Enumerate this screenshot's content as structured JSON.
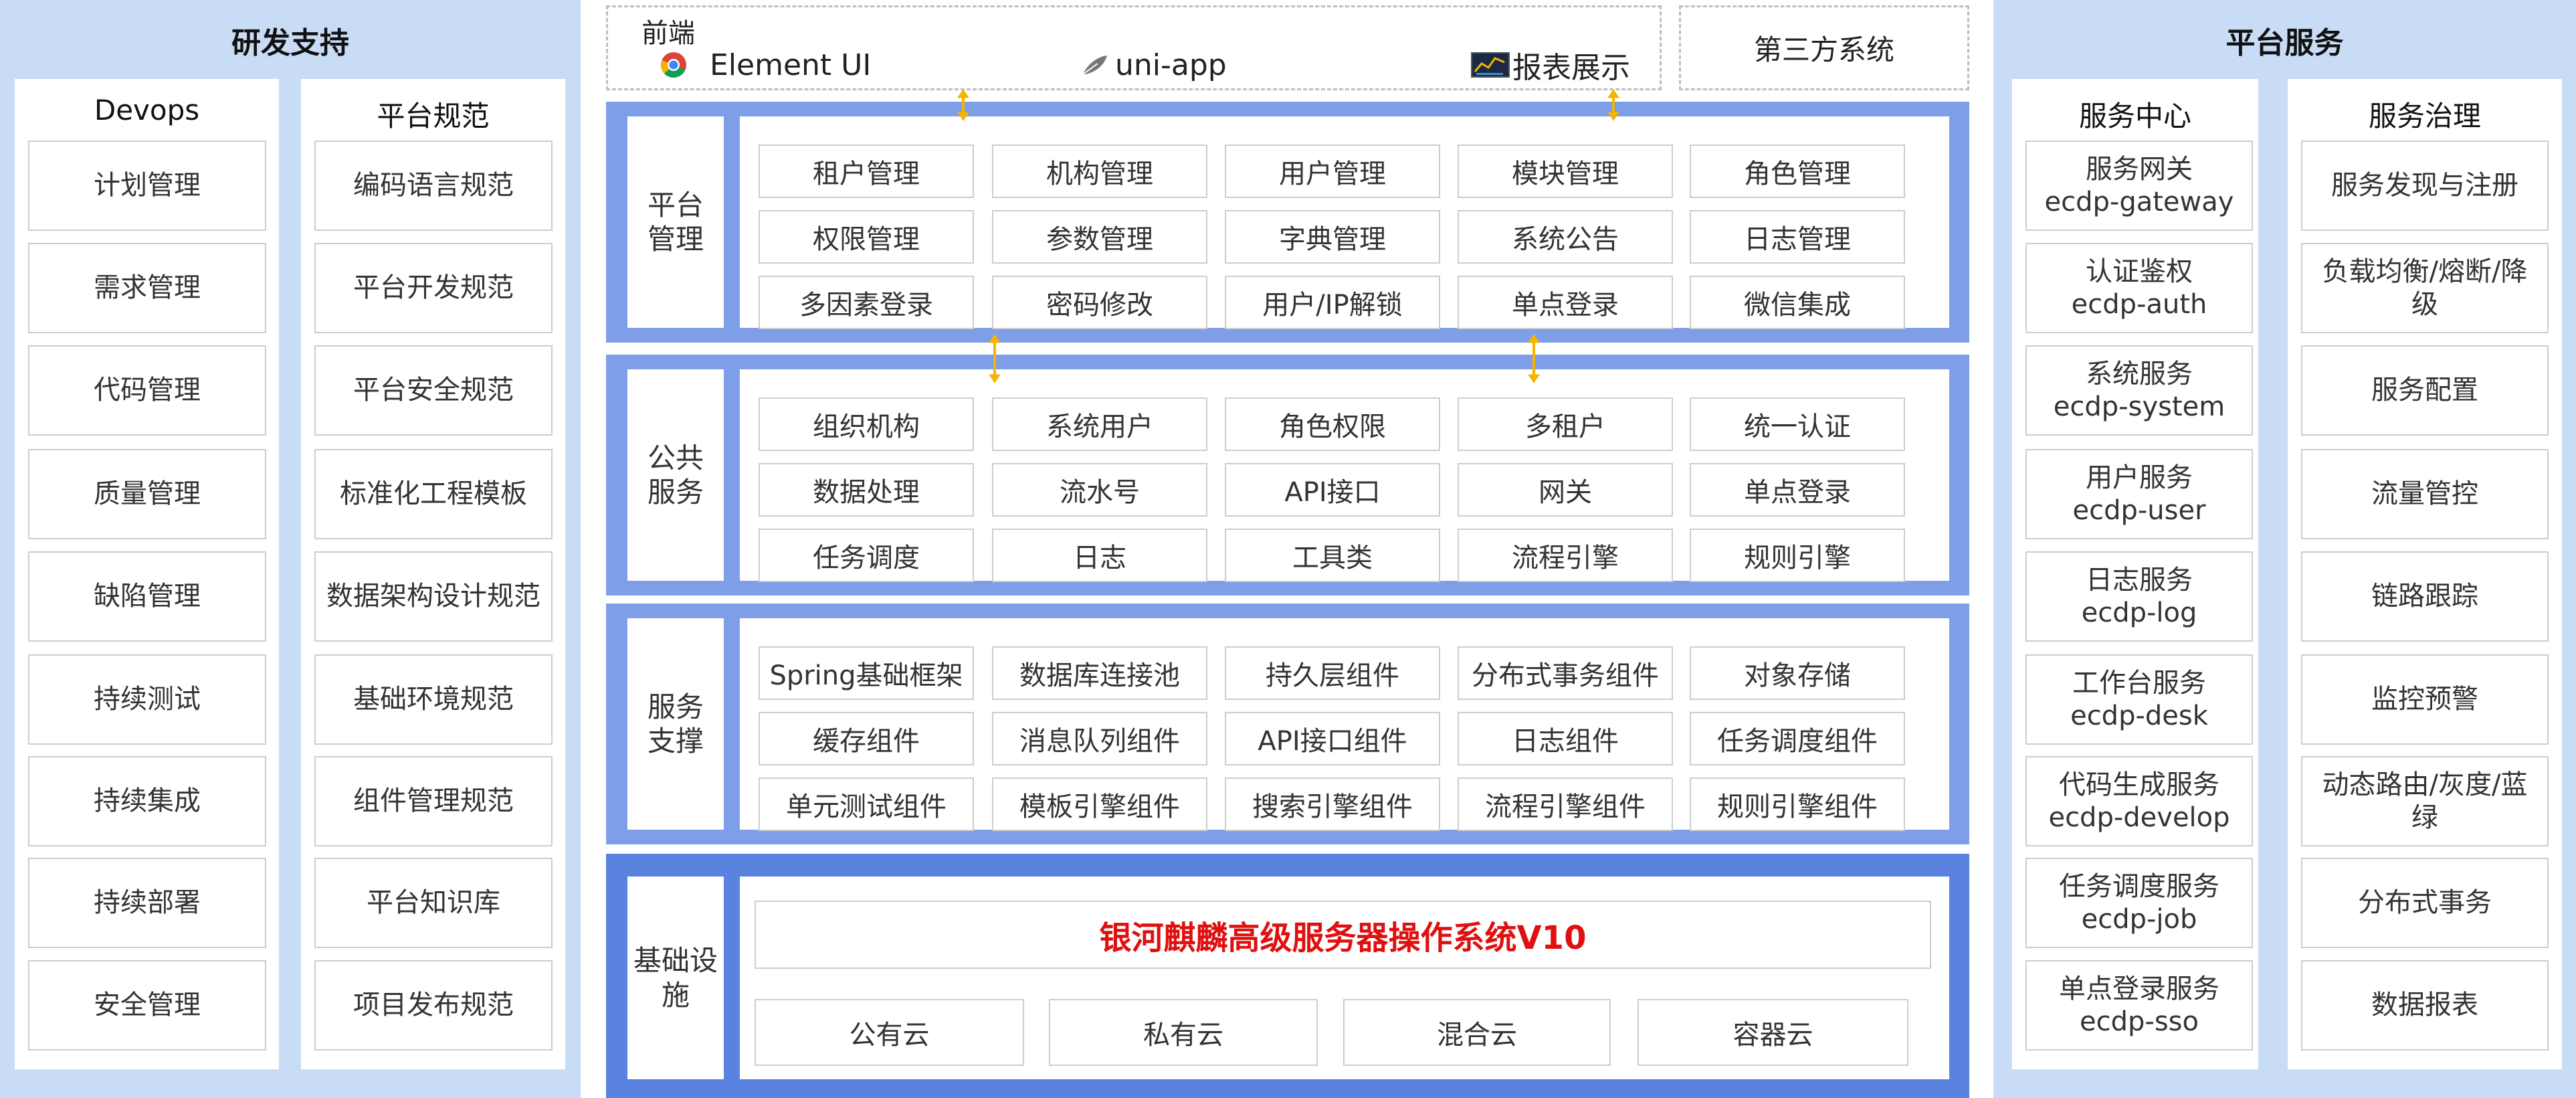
{
  "left_panel": {
    "title": "研发支持",
    "devops": {
      "title": "Devops",
      "items": [
        "计划管理",
        "需求管理",
        "代码管理",
        "质量管理",
        "缺陷管理",
        "持续测试",
        "持续集成",
        "持续部署",
        "安全管理"
      ]
    },
    "norms": {
      "title": "平台规范",
      "items": [
        "编码语言规范",
        "平台开发规范",
        "平台安全规范",
        "标准化工程模板",
        "数据架构设计规范",
        "基础环境规范",
        "组件管理规范",
        "平台知识库",
        "项目发布规范"
      ]
    }
  },
  "front": {
    "label": "前端",
    "items": [
      {
        "icon": "chrome-icon",
        "label": "Element UI"
      },
      {
        "icon": "feather-icon",
        "label": "uni-app"
      },
      {
        "icon": "report-screen-icon",
        "label": "报表展示"
      }
    ]
  },
  "third_party": {
    "label": "第三方系统"
  },
  "layers": [
    {
      "title": "平台管理",
      "rows": [
        [
          "租户管理",
          "机构管理",
          "用户管理",
          "模块管理",
          "角色管理"
        ],
        [
          "权限管理",
          "参数管理",
          "字典管理",
          "系统公告",
          "日志管理"
        ],
        [
          "多因素登录",
          "密码修改",
          "用户/IP解锁",
          "单点登录",
          "微信集成"
        ]
      ]
    },
    {
      "title": "公共服务",
      "rows": [
        [
          "组织机构",
          "系统用户",
          "角色权限",
          "多租户",
          "统一认证"
        ],
        [
          "数据处理",
          "流水号",
          "API接口",
          "网关",
          "单点登录"
        ],
        [
          "任务调度",
          "日志",
          "工具类",
          "流程引擎",
          "规则引擎"
        ]
      ]
    },
    {
      "title": "服务支撑",
      "rows": [
        [
          "Spring基础框架",
          "数据库连接池",
          "持久层组件",
          "分布式事务组件",
          "对象存储"
        ],
        [
          "缓存组件",
          "消息队列组件",
          "API接口组件",
          "日志组件",
          "任务调度组件"
        ],
        [
          "单元测试组件",
          "模板引擎组件",
          "搜索引擎组件",
          "流程引擎组件",
          "规则引擎组件"
        ]
      ]
    }
  ],
  "infra": {
    "title": "基础设施",
    "os": "银河麒麟高级服务器操作系统V10",
    "clouds": [
      "公有云",
      "私有云",
      "混合云",
      "容器云"
    ]
  },
  "right_panel": {
    "title": "平台服务",
    "service_center": {
      "title": "服务中心",
      "items": [
        {
          "name": "服务网关",
          "code": "ecdp-gateway"
        },
        {
          "name": "认证鉴权",
          "code": "ecdp-auth"
        },
        {
          "name": "系统服务",
          "code": "ecdp-system"
        },
        {
          "name": "用户服务",
          "code": "ecdp-user"
        },
        {
          "name": "日志服务",
          "code": "ecdp-log"
        },
        {
          "name": "工作台服务",
          "code": "ecdp-desk"
        },
        {
          "name": "代码生成服务",
          "code": "ecdp-develop"
        },
        {
          "name": "任务调度服务",
          "code": "ecdp-job"
        },
        {
          "name": "单点登录服务",
          "code": "ecdp-sso"
        }
      ]
    },
    "governance": {
      "title": "服务治理",
      "items": [
        "服务发现与注册",
        "负载均衡/熔断/降级",
        "服务配置",
        "流量管控",
        "链路跟踪",
        "监控预警",
        "动态路由/灰度/蓝绿",
        "分布式事务",
        "数据报表"
      ]
    }
  },
  "colors": {
    "panel_bg": "#c9dcf6",
    "layer_blue": "#7f9ee8",
    "infra_blue": "#5a83e0",
    "arrow": "#f5b400",
    "os_text": "#e01010"
  }
}
